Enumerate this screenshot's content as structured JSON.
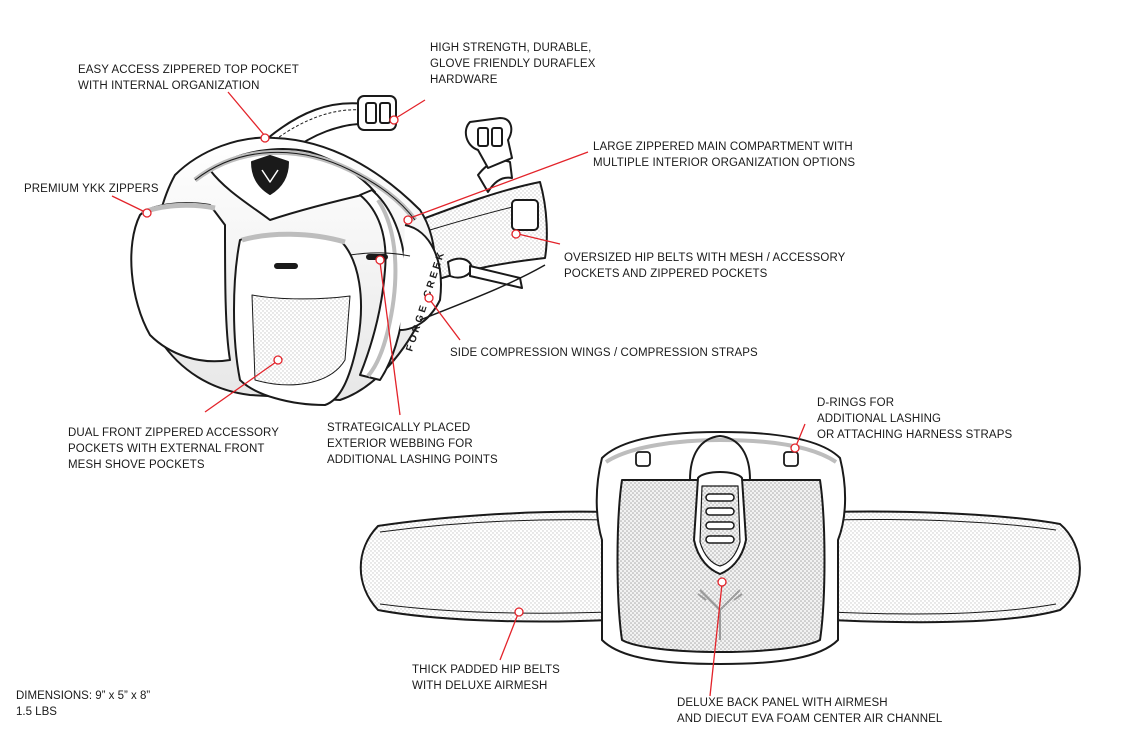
{
  "callouts": {
    "top_pocket": [
      "EASY ACCESS ZIPPERED TOP POCKET",
      "WITH INTERNAL ORGANIZATION"
    ],
    "hardware": [
      "HIGH STRENGTH, DURABLE,",
      "GLOVE FRIENDLY DURAFLEX",
      "HARDWARE"
    ],
    "main_compartment": [
      "LARGE ZIPPERED MAIN COMPARTMENT WITH",
      "MULTIPLE INTERIOR ORGANIZATION OPTIONS"
    ],
    "zippers": [
      "PREMIUM YKK ZIPPERS"
    ],
    "hip_belts_pockets": [
      "OVERSIZED HIP BELTS WITH MESH / ACCESSORY",
      "POCKETS AND ZIPPERED POCKETS"
    ],
    "compression": [
      "SIDE COMPRESSION WINGS / COMPRESSION STRAPS"
    ],
    "front_pockets": [
      "DUAL FRONT ZIPPERED ACCESSORY",
      "POCKETS WITH EXTERNAL FRONT",
      "MESH SHOVE POCKETS"
    ],
    "webbing": [
      "STRATEGICALLY PLACED",
      "EXTERIOR WEBBING FOR",
      "ADDITIONAL LASHING POINTS"
    ],
    "d_rings": [
      "D-RINGS FOR",
      "ADDITIONAL LASHING",
      "OR ATTACHING HARNESS STRAPS"
    ],
    "padded_belts": [
      "THICK PADDED HIP BELTS",
      "WITH DELUXE AIRMESH"
    ],
    "back_panel": [
      "DELUXE BACK PANEL WITH AIRMESH",
      "AND DIECUT EVA FOAM CENTER AIR CHANNEL"
    ]
  },
  "brand_text": "FORGE CREEK",
  "dimensions": {
    "line1": "DIMENSIONS: 9” x 5” x 8”",
    "line2": "1.5 LBS"
  },
  "colors": {
    "leader": "#e3232a",
    "outline": "#1a1a1a",
    "mesh": "#d9d9d9"
  }
}
